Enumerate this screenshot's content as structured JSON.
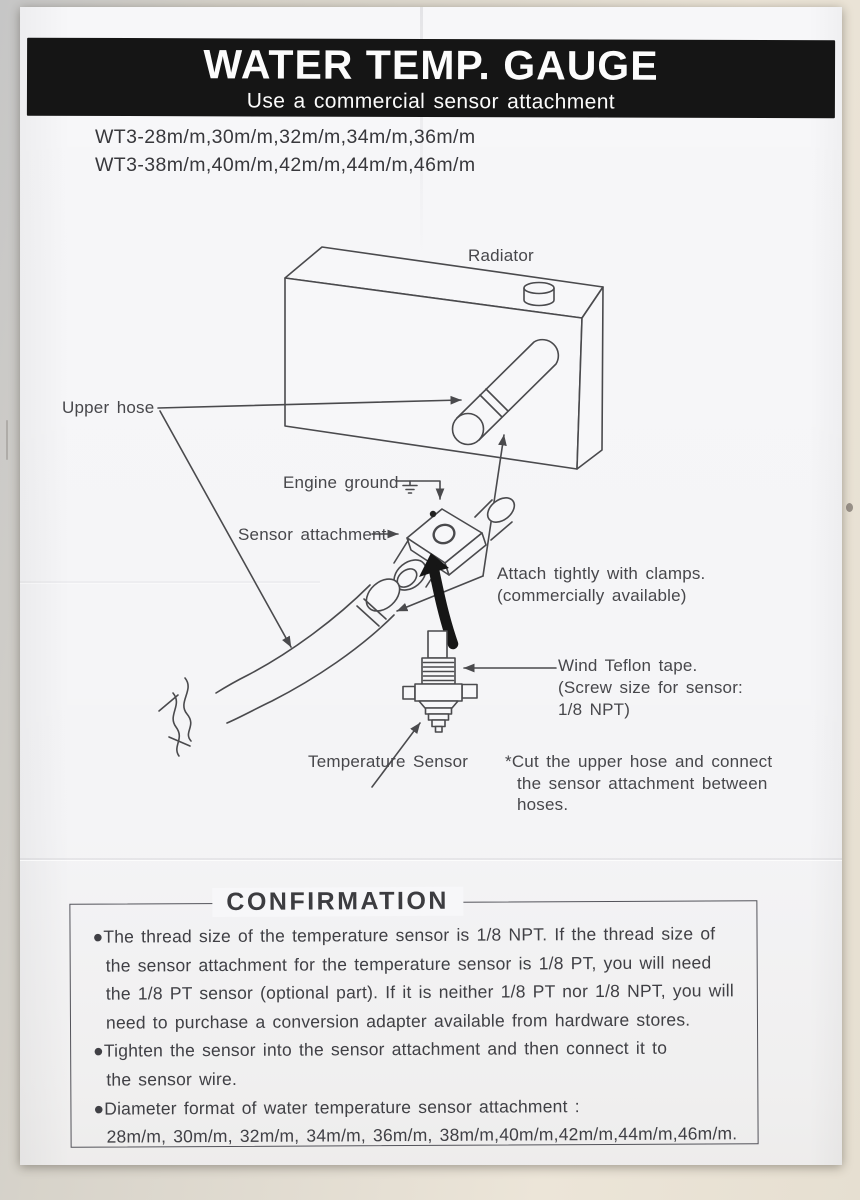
{
  "header": {
    "title": "WATER TEMP. GAUGE",
    "subtitle": "Use a commercial sensor attachment"
  },
  "models": {
    "line1": "WT3-28m/m,30m/m,32m/m,34m/m,36m/m",
    "line2": "WT3-38m/m,40m/m,42m/m,44m/m,46m/m"
  },
  "diagram": {
    "labels": {
      "radiator": "Radiator",
      "upper_hose": "Upper hose",
      "engine_ground": "Engine ground",
      "sensor_attachment": "Sensor attachment",
      "attach_clamps_line1": "Attach tightly with clamps.",
      "attach_clamps_line2": "(commercially available)",
      "teflon_line1": "Wind Teflon tape.",
      "teflon_line2": "(Screw size for sensor:",
      "teflon_line3": "1/8 NPT)",
      "temperature_sensor": "Temperature Sensor",
      "cut_note_line1": "*Cut the upper hose and connect",
      "cut_note_line2": "the sensor attachment between",
      "cut_note_line3": "hoses."
    }
  },
  "confirmation": {
    "title": "CONFIRMATION",
    "lines": [
      "●The thread size of the temperature sensor is 1/8 NPT.  If the thread size of",
      "the sensor attachment for the temperature sensor is 1/8 PT, you will need",
      "the 1/8 PT sensor (optional part). If it is neither 1/8 PT nor 1/8 NPT, you will",
      "need to purchase a conversion adapter available from hardware stores.",
      "●Tighten the sensor into the sensor attachment and then connect it to",
      "the sensor wire.",
      "●Diameter format of water temperature sensor attachment :",
      "28m/m, 30m/m, 32m/m, 34m/m, 36m/m, 38m/m,40m/m,42m/m,44m/m,46m/m."
    ]
  },
  "colors": {
    "header_bar": "#151515",
    "paper": "#f7f7f9",
    "ink": "#47474b",
    "backdrop_beige": "#ece5d8",
    "backdrop_gray": "#c6c6c6"
  }
}
